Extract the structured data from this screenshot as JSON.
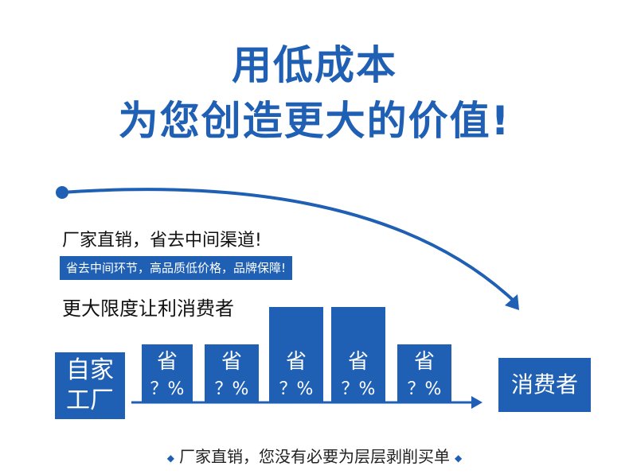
{
  "headline": {
    "line1": "用低成本",
    "line2": "为您创造更大的价值!"
  },
  "text1": "厂家直销，省去中间渠道!",
  "tag": "省去中间环节，高品质低价格，品牌保障!",
  "text3": "更大限度让利消费者",
  "factory": {
    "line1": "自家",
    "line2": "工厂"
  },
  "steps": [
    {
      "label": "省",
      "value": "？%"
    },
    {
      "label": "省",
      "value": "？%"
    },
    {
      "label": "省",
      "value": "？%"
    },
    {
      "label": "省",
      "value": "？%"
    },
    {
      "label": "省",
      "value": "？%"
    }
  ],
  "consumer": "消费者",
  "footer": "厂家直销，您没有必要为层层剥削买单",
  "colors": {
    "accent": "#1f5fb4"
  }
}
